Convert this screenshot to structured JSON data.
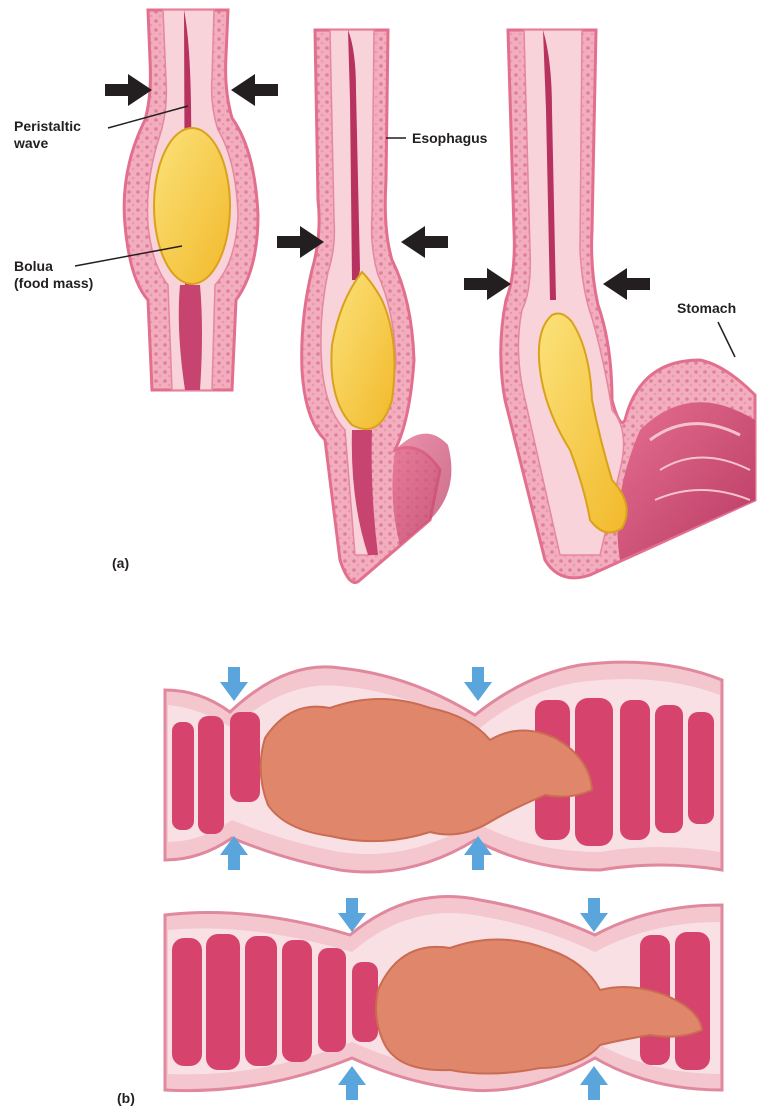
{
  "labels": {
    "peristaltic_wave": "Peristaltic\nwave",
    "esophagus": "Esophagus",
    "bolus": "Bolua\n(food mass)",
    "stomach": "Stomach",
    "part_a": "(a)",
    "part_b": "(b)"
  },
  "colors": {
    "tissue": "#e8849c",
    "tissue_light": "#f6c3cd",
    "lumen": "#b8325f",
    "bolus": "#f5c842",
    "bolus_edge": "#d9a21b",
    "food_mass": "#e0876b",
    "fold": "#d6436c",
    "black_arrow": "#231f20",
    "blue_arrow": "#5aa6dc"
  },
  "icons": {
    "black_arrow": "black-arrow-icon",
    "blue_arrow": "blue-arrow-icon"
  }
}
